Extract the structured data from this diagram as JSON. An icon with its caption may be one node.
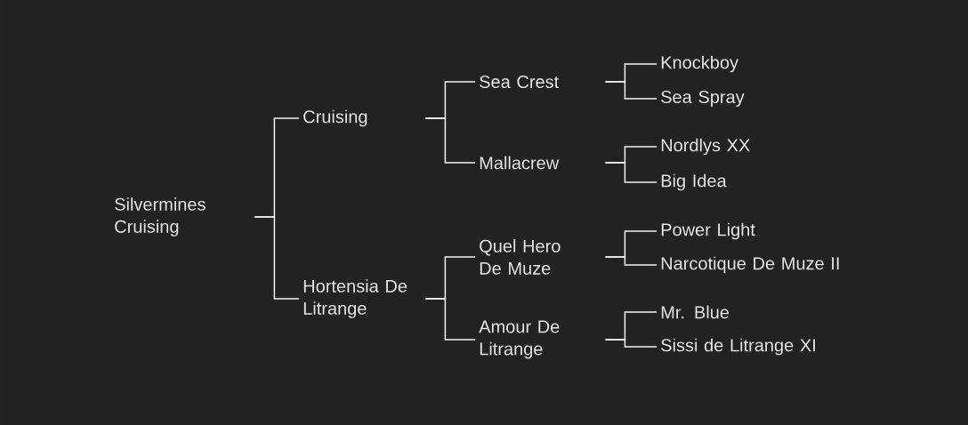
{
  "diagram": {
    "nodes": [
      {
        "text": [
          "Silvermines Cruising"
        ]
      },
      {
        "text": [
          "Cruising"
        ]
      },
      {
        "text": [
          "Hortensia De Litrange"
        ]
      },
      {
        "text": [
          "Sea Crest"
        ]
      },
      {
        "text": [
          "Mallacrew"
        ]
      },
      {
        "text": [
          "Quel Hero De Muze"
        ]
      },
      {
        "text": [
          "Amour De Litrange"
        ]
      },
      {
        "text": [
          "Knockboy"
        ]
      },
      {
        "text": [
          "Sea Spray"
        ]
      },
      {
        "text": [
          "Nordlys XX"
        ]
      },
      {
        "text": [
          "Big Idea"
        ]
      },
      {
        "text": [
          "Power Light"
        ]
      },
      {
        "text": [
          "Narcotique De Muze II"
        ]
      },
      {
        "text": [
          "Mr. Blue"
        ]
      },
      {
        "text": [
          "Sissi de Litrange XI"
        ]
      }
    ],
    "edges": [
      {
        "from": 0,
        "to": 1,
        "arrow": "none"
      },
      {
        "from": 0,
        "to": 2,
        "arrow": "none"
      },
      {
        "from": 1,
        "to": 3,
        "arrow": "none"
      },
      {
        "from": 1,
        "to": 4,
        "arrow": "none"
      },
      {
        "from": 2,
        "to": 5,
        "arrow": "none"
      },
      {
        "from": 2,
        "to": 6,
        "arrow": "none"
      },
      {
        "from": 3,
        "to": 7,
        "arrow": "none"
      },
      {
        "from": 3,
        "to": 8,
        "arrow": "none"
      },
      {
        "from": 4,
        "to": 9,
        "arrow": "none"
      },
      {
        "from": 4,
        "to": 10,
        "arrow": "none"
      },
      {
        "from": 5,
        "to": 11,
        "arrow": "none"
      },
      {
        "from": 5,
        "to": 12,
        "arrow": "none"
      },
      {
        "from": 6,
        "to": 13,
        "arrow": "none"
      },
      {
        "from": 6,
        "to": 14,
        "arrow": "none"
      }
    ]
  }
}
